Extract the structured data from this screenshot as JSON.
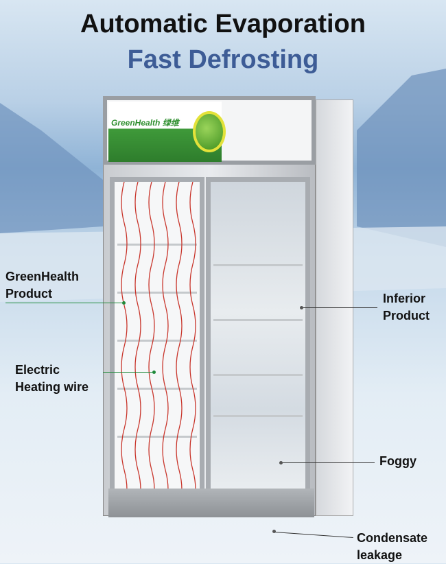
{
  "title": "Automatic Evaporation",
  "subtitle": "Fast Defrosting",
  "sign": {
    "brand": "GreenHealth 绿维"
  },
  "labels": {
    "greenhealth_product": [
      "GreenHealth",
      "Product"
    ],
    "heating_wire": [
      "Electric",
      "Heating wire"
    ],
    "inferior_product": [
      "Inferior",
      "Product"
    ],
    "foggy": "Foggy",
    "condensate": [
      "Condensate",
      "leakage"
    ]
  },
  "colors": {
    "title": "#111111",
    "subtitle": "#3d5c96",
    "accent_line": "#1e8a3a",
    "heating_wire": "#c8342a"
  }
}
